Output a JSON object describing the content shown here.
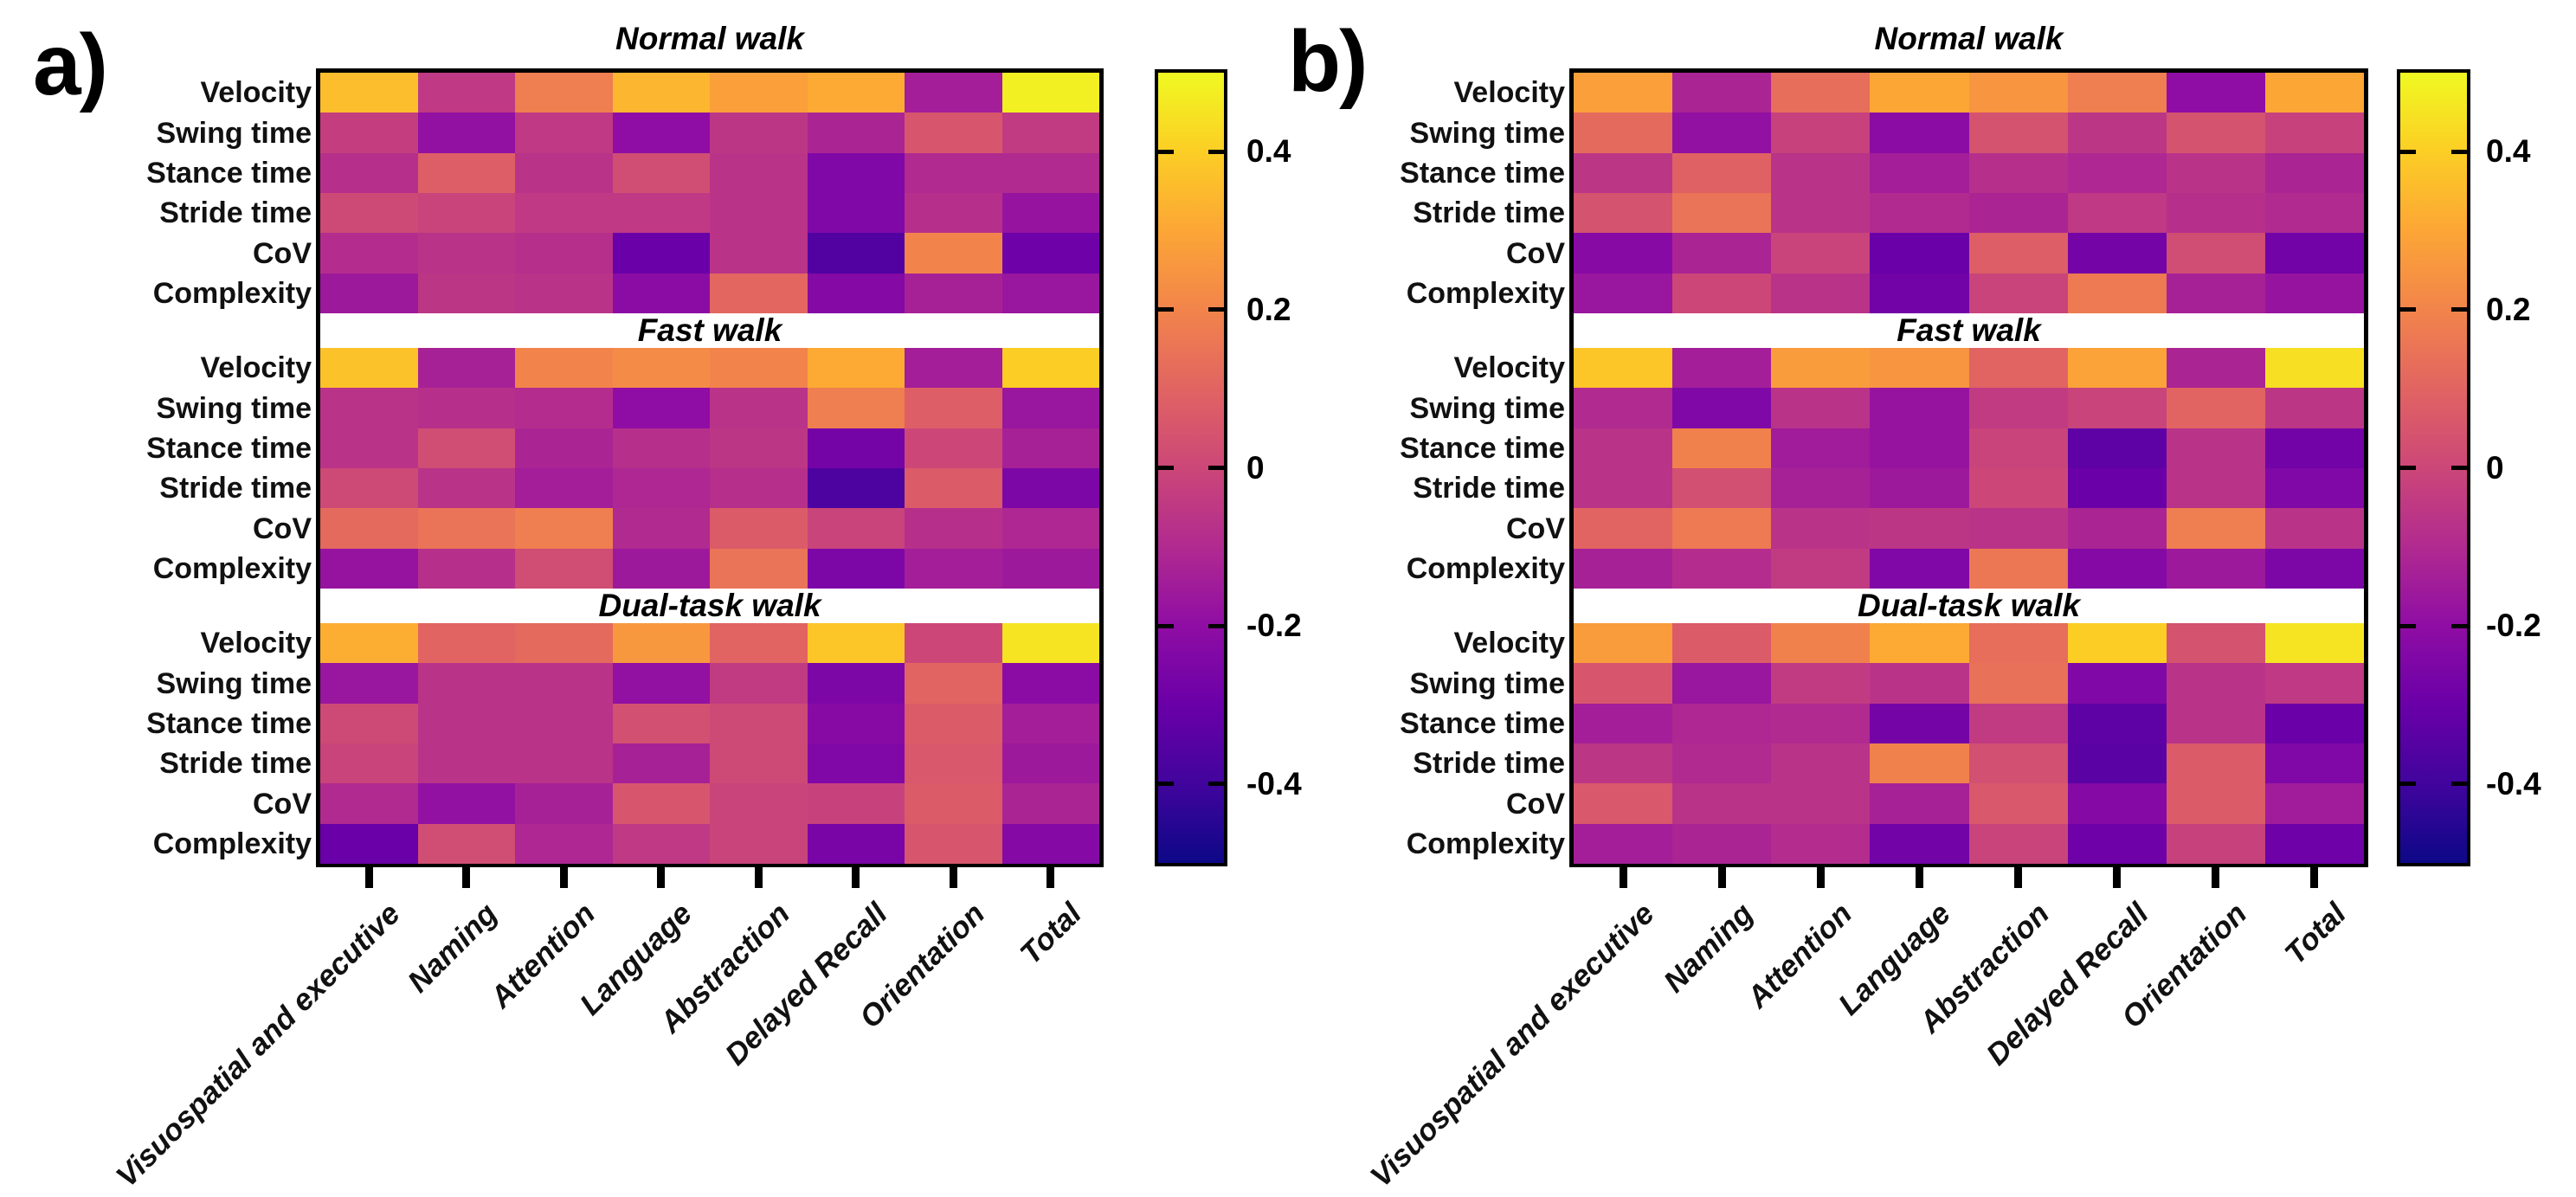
{
  "chart_data": {
    "type": "heatmap",
    "colormap": "plasma",
    "vmin": -0.5,
    "vmax": 0.5,
    "row_labels": [
      "Velocity",
      "Swing time",
      "Stance time",
      "Stride time",
      "CoV",
      "Complexity"
    ],
    "x_labels": [
      "Visuospatial and executive",
      "Naming",
      "Attention",
      "Language",
      "Abstraction",
      "Delayed Recall",
      "Orientation",
      "Total"
    ],
    "block_titles": [
      "Normal walk",
      "Fast walk",
      "Dual-task walk"
    ],
    "colorbar_tick_labels": [
      "0.4",
      "0.2",
      "0",
      "-0.2",
      "-0.4"
    ],
    "colorbar_tick_values": [
      0.4,
      0.2,
      0,
      -0.2,
      -0.4
    ],
    "x_label_rotation_deg": 45,
    "panels": [
      {
        "label": "a)",
        "blocks": [
          {
            "title": "Normal walk",
            "values": [
              [
                0.36,
                -0.05,
                0.18,
                0.34,
                0.28,
                0.31,
                -0.14,
                0.48
              ],
              [
                -0.03,
                -0.19,
                -0.05,
                -0.2,
                -0.06,
                -0.12,
                0.05,
                -0.04
              ],
              [
                -0.08,
                0.08,
                -0.07,
                0.02,
                -0.07,
                -0.24,
                -0.1,
                -0.1
              ],
              [
                0.01,
                -0.01,
                -0.05,
                -0.05,
                -0.07,
                -0.24,
                -0.08,
                -0.18
              ],
              [
                -0.09,
                -0.07,
                -0.08,
                -0.3,
                -0.07,
                -0.36,
                0.2,
                -0.29
              ],
              [
                -0.16,
                -0.06,
                -0.07,
                -0.21,
                0.11,
                -0.23,
                -0.13,
                -0.17
              ]
            ]
          },
          {
            "title": "Fast walk",
            "values": [
              [
                0.37,
                -0.13,
                0.2,
                0.22,
                0.2,
                0.31,
                -0.14,
                0.4
              ],
              [
                -0.07,
                -0.08,
                -0.09,
                -0.2,
                -0.07,
                0.18,
                0.08,
                -0.17
              ],
              [
                -0.07,
                0.02,
                -0.12,
                -0.08,
                -0.06,
                -0.27,
                0.0,
                -0.13
              ],
              [
                0.01,
                -0.07,
                -0.14,
                -0.11,
                -0.08,
                -0.37,
                0.07,
                -0.25
              ],
              [
                0.12,
                0.15,
                0.18,
                -0.1,
                0.07,
                -0.01,
                -0.08,
                -0.11
              ],
              [
                -0.18,
                -0.08,
                0.02,
                -0.16,
                0.15,
                -0.25,
                -0.14,
                -0.16
              ]
            ]
          },
          {
            "title": "Dual-task walk",
            "values": [
              [
                0.32,
                0.1,
                0.12,
                0.26,
                0.1,
                0.38,
                0.0,
                0.45
              ],
              [
                -0.17,
                -0.07,
                -0.07,
                -0.19,
                -0.04,
                -0.25,
                0.1,
                -0.21
              ],
              [
                0.01,
                -0.07,
                -0.07,
                0.03,
                0.01,
                -0.22,
                0.07,
                -0.14
              ],
              [
                -0.01,
                -0.07,
                -0.07,
                -0.13,
                0.01,
                -0.24,
                0.06,
                -0.16
              ],
              [
                -0.1,
                -0.19,
                -0.13,
                0.05,
                -0.01,
                -0.02,
                0.07,
                -0.12
              ],
              [
                -0.3,
                0.02,
                -0.11,
                -0.05,
                -0.01,
                -0.26,
                0.05,
                -0.23
              ]
            ]
          }
        ]
      },
      {
        "label": "b)",
        "blocks": [
          {
            "title": "Normal walk",
            "values": [
              [
                0.28,
                -0.12,
                0.13,
                0.3,
                0.25,
                0.18,
                -0.2,
                0.3
              ],
              [
                0.12,
                -0.19,
                -0.02,
                -0.21,
                0.04,
                -0.06,
                0.04,
                -0.02
              ],
              [
                -0.06,
                0.09,
                -0.07,
                -0.14,
                -0.08,
                -0.11,
                -0.07,
                -0.12
              ],
              [
                0.04,
                0.15,
                -0.07,
                -0.1,
                -0.12,
                -0.05,
                -0.08,
                -0.1
              ],
              [
                -0.22,
                -0.12,
                -0.01,
                -0.3,
                0.08,
                -0.27,
                0.02,
                -0.28
              ],
              [
                -0.17,
                0.0,
                -0.07,
                -0.28,
                -0.01,
                0.17,
                -0.13,
                -0.18
              ]
            ]
          },
          {
            "title": "Fast walk",
            "values": [
              [
                0.38,
                -0.14,
                0.27,
                0.25,
                0.1,
                0.29,
                -0.12,
                0.44
              ],
              [
                -0.1,
                -0.24,
                -0.07,
                -0.18,
                -0.04,
                -0.01,
                0.1,
                -0.06
              ],
              [
                -0.07,
                0.19,
                -0.15,
                -0.18,
                -0.01,
                -0.33,
                -0.07,
                -0.28
              ],
              [
                -0.07,
                0.03,
                -0.13,
                -0.16,
                0.0,
                -0.3,
                -0.07,
                -0.24
              ],
              [
                0.1,
                0.17,
                -0.07,
                -0.06,
                -0.07,
                -0.12,
                0.18,
                -0.07
              ],
              [
                -0.13,
                -0.09,
                -0.04,
                -0.24,
                0.16,
                -0.23,
                -0.16,
                -0.25
              ]
            ]
          },
          {
            "title": "Dual-task walk",
            "values": [
              [
                0.27,
                0.07,
                0.19,
                0.31,
                0.13,
                0.4,
                0.04,
                0.45
              ],
              [
                0.05,
                -0.17,
                -0.04,
                -0.07,
                0.14,
                -0.24,
                -0.07,
                -0.05
              ],
              [
                -0.14,
                -0.11,
                -0.1,
                -0.27,
                -0.04,
                -0.33,
                -0.07,
                -0.3
              ],
              [
                -0.06,
                -0.1,
                -0.07,
                0.19,
                0.03,
                -0.34,
                0.07,
                -0.24
              ],
              [
                0.06,
                -0.07,
                -0.07,
                -0.13,
                0.06,
                -0.23,
                0.07,
                -0.15
              ],
              [
                -0.14,
                -0.12,
                -0.09,
                -0.28,
                -0.01,
                -0.29,
                -0.02,
                -0.29
              ]
            ]
          }
        ]
      }
    ]
  }
}
